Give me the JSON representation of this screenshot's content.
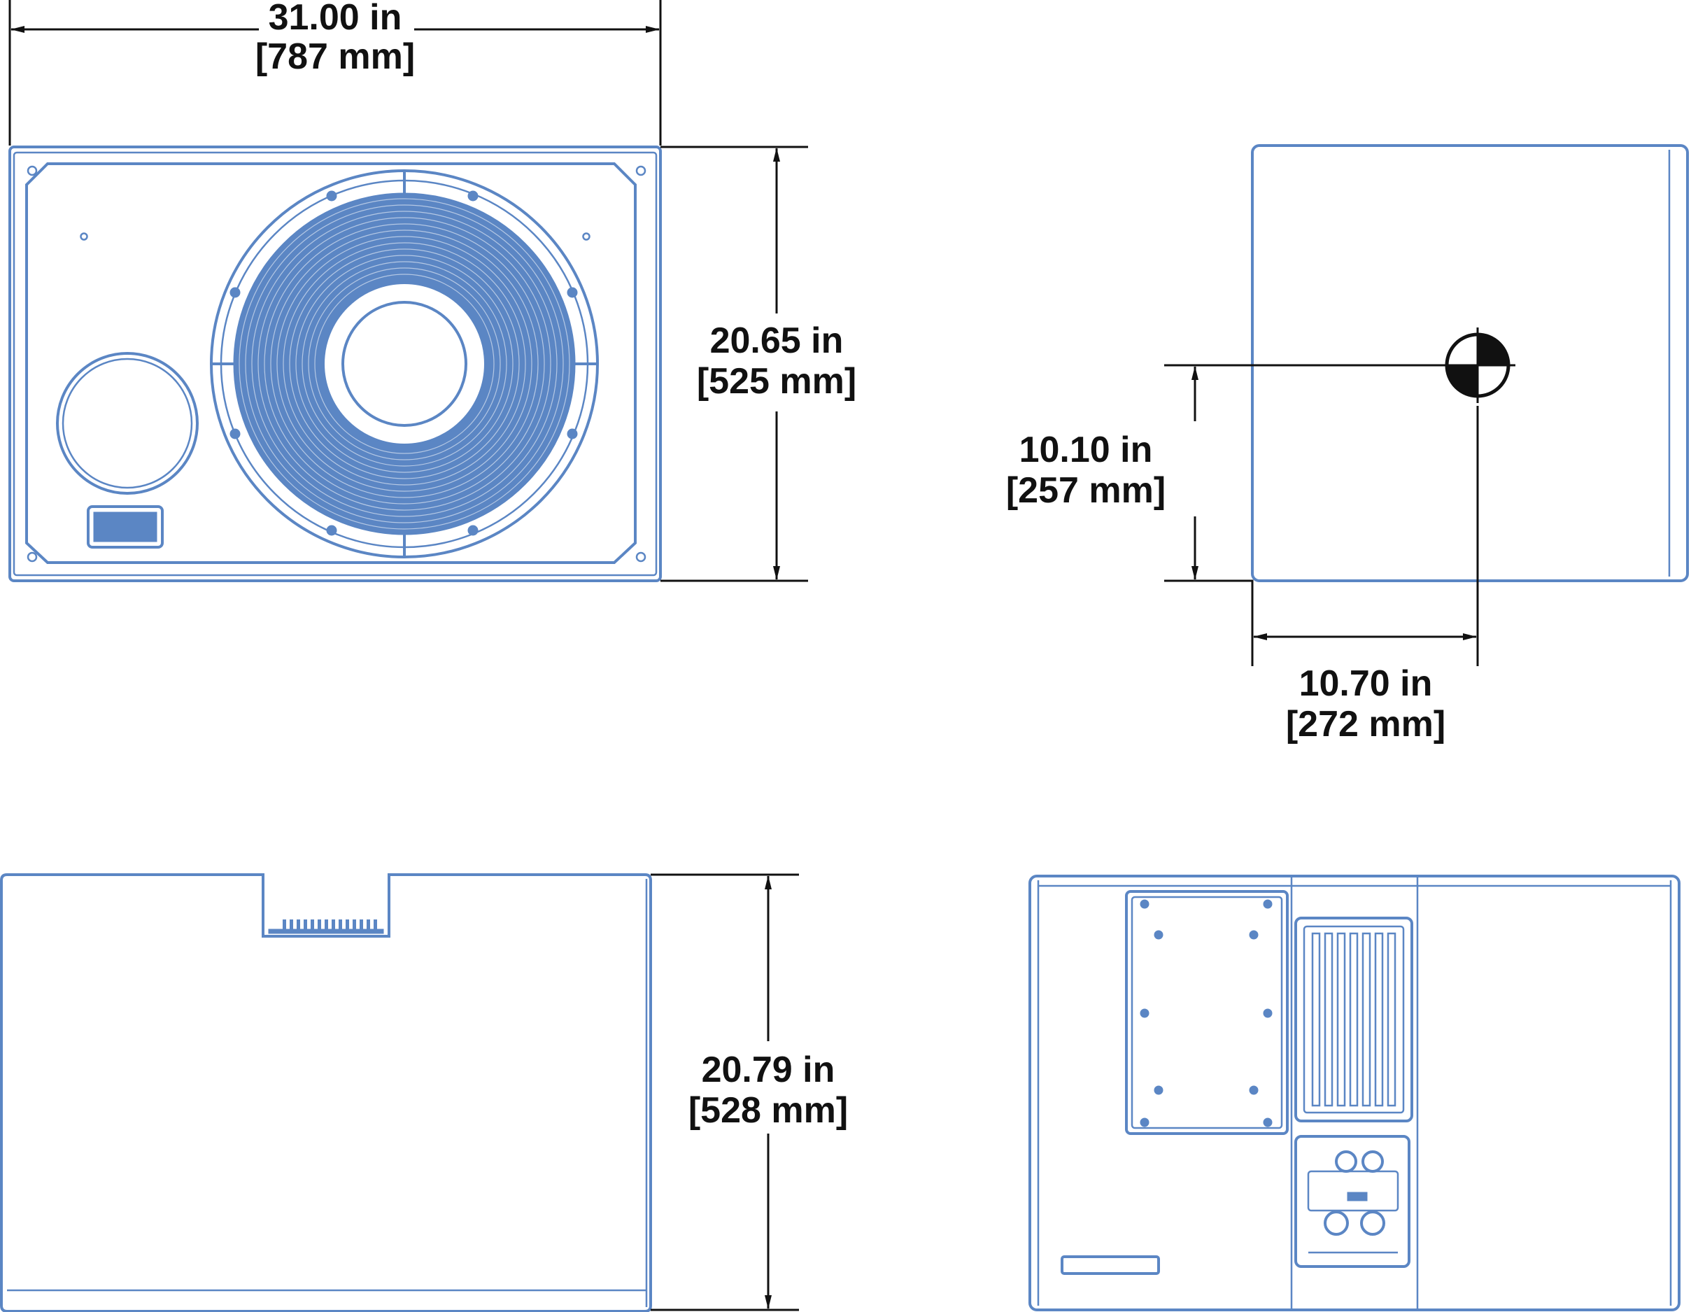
{
  "colors": {
    "outline": "#5b86c4",
    "dimension": "#111111",
    "background": "#ffffff"
  },
  "views": {
    "front": {
      "width_dimension": {
        "value": "31.00 in",
        "metric": "[787 mm]"
      },
      "height_dimension": {
        "value": "20.65 in",
        "metric": "[525 mm]"
      }
    },
    "side": {
      "cog_vertical": {
        "value": "10.10 in",
        "metric": "[257 mm]"
      },
      "cog_horizontal": {
        "value": "10.70 in",
        "metric": "[272 mm]"
      }
    },
    "top": {
      "depth_dimension": {
        "value": "20.79 in",
        "metric": "[528 mm]"
      }
    },
    "rear": {}
  },
  "icons": {
    "center_of_gravity": "center-of-gravity-icon"
  }
}
